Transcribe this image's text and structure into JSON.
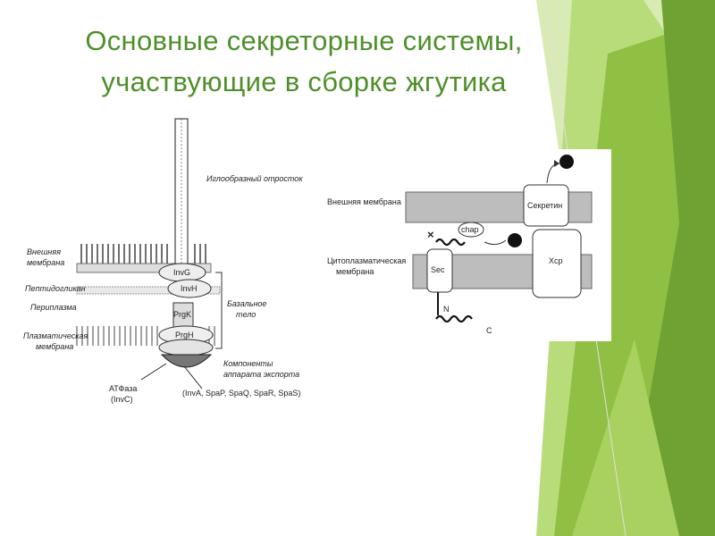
{
  "slide": {
    "title_line1": "Основные секреторные системы,",
    "title_line2": "участвующие в сборке жгутика",
    "theme_colors": {
      "title": "#4e8f2a",
      "accent_light": "#c9e29a",
      "accent_mid": "#9bc64a",
      "accent_dark": "#5f9a2a"
    }
  },
  "left_diagram": {
    "label_needle": "Иглообразный отросток",
    "label_outer_membrane": "Внешняя мембрана",
    "label_peptidoglycan": "Пептидогликан",
    "label_periplasm": "Периплазма",
    "label_plasma_membrane": "Плазматическая мембрана",
    "label_basal_body": "Базальное тело",
    "label_export_components": "Компоненты аппарата экспорта",
    "label_atpase": "АТФаза (InvC)",
    "label_export_proteins": "(InvA, SpaP, SpaQ, SpaR, SpaS)",
    "protein_invg": "InvG",
    "protein_invh": "InvH",
    "protein_prgk": "PrgK",
    "protein_prgh": "PrgH"
  },
  "right_diagram": {
    "label_outer_membrane": "Внешняя мембрана",
    "label_cytoplasmic_membrane": "Цитоплазматическая мембрана",
    "label_secretin": "Секретин",
    "label_xcp": "Xcp",
    "label_sec": "Sec",
    "label_chap": "chap",
    "label_x_mark": "×",
    "label_n": "N",
    "label_c": "C"
  }
}
